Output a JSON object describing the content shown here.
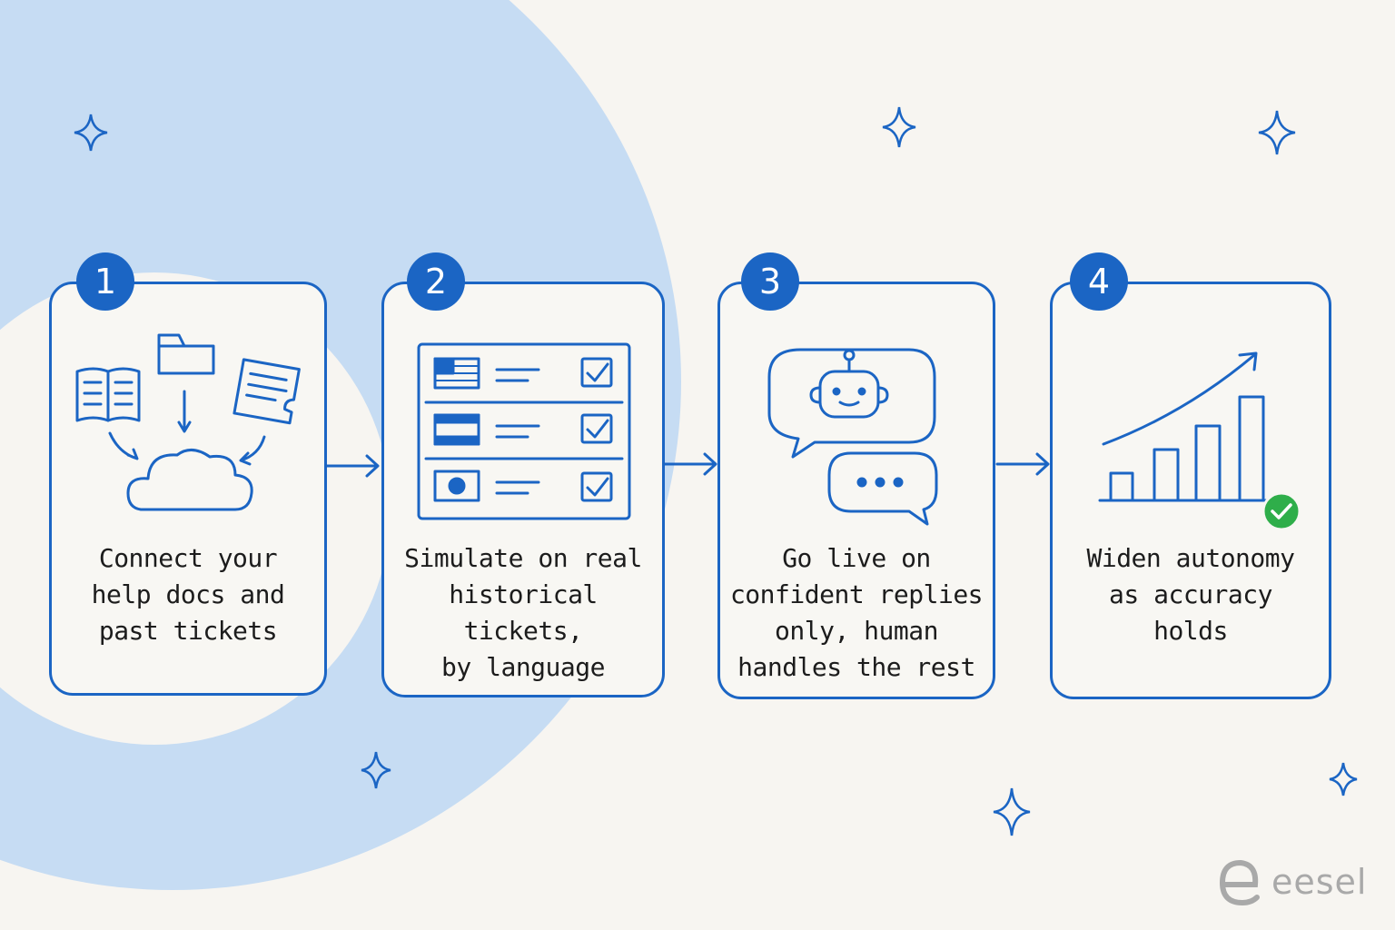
{
  "steps": [
    {
      "number": "1",
      "lines": [
        "Connect your",
        "help docs and",
        "past tickets"
      ]
    },
    {
      "number": "2",
      "lines": [
        "Simulate on real",
        "historical tickets,",
        "by language"
      ]
    },
    {
      "number": "3",
      "lines": [
        "Go live on",
        "confident replies",
        "only, human",
        "handles the rest"
      ]
    },
    {
      "number": "4",
      "lines": [
        "Widen autonomy",
        "as accuracy",
        "holds"
      ]
    }
  ],
  "icons": {
    "step1": [
      "open-book-icon",
      "folder-icon",
      "document-icon",
      "cloud-icon"
    ],
    "step2": [
      "usa-flag-icon",
      "flag-icon",
      "japan-flag-icon",
      "checkbox-checked-icon"
    ],
    "step3": [
      "robot-chat-bubble-icon",
      "typing-bubble-icon"
    ],
    "step4": [
      "growth-bar-chart-icon",
      "trend-arrow-icon",
      "check-badge-icon"
    ]
  },
  "brand": {
    "name": "eesel"
  },
  "colors": {
    "accent": "#1b65c4",
    "background": "#f7f5f1",
    "circle": "#c6dcf3",
    "check": "#2fae4a"
  }
}
